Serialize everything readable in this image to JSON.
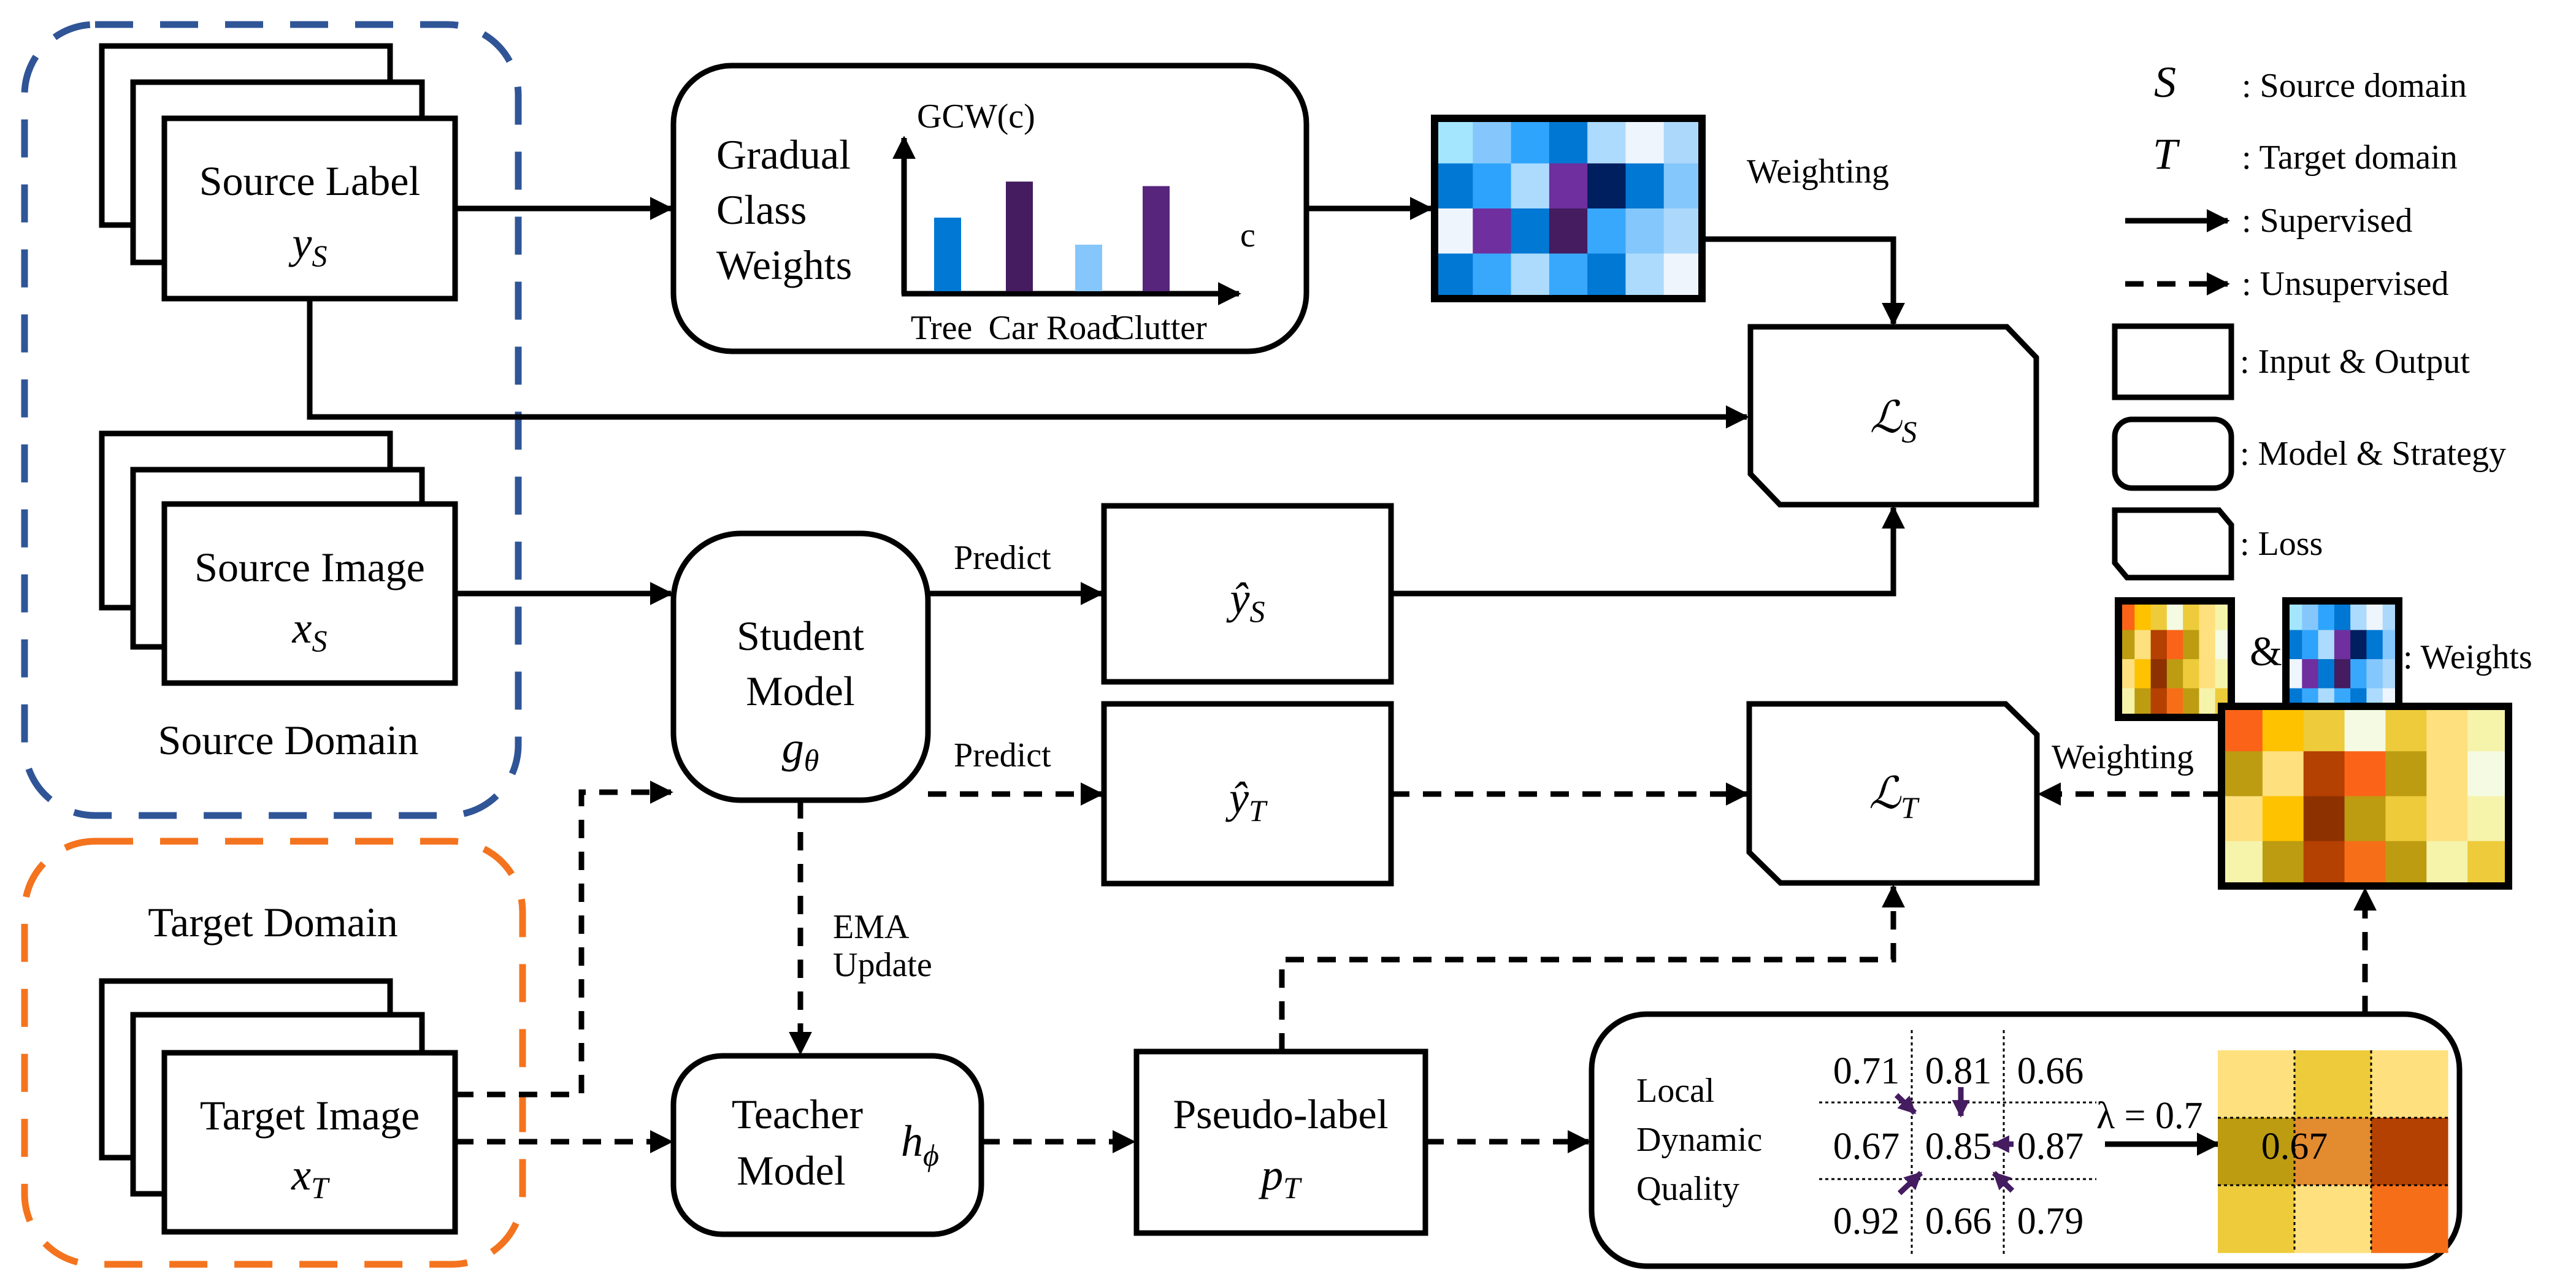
{
  "colors": {
    "source_domain_border": "#2f5597",
    "target_domain_border": "#f4731e",
    "quality_arrow": "#441c5f",
    "line": "#000000"
  },
  "source_domain": {
    "title": "Source Domain",
    "source_label": {
      "label": "Source Label",
      "symbol": "y",
      "subscript": "S"
    },
    "source_image": {
      "label": "Source Image",
      "symbol": "x",
      "subscript": "S"
    }
  },
  "target_domain": {
    "title": "Target Domain",
    "target_image": {
      "label": "Target Image",
      "symbol": "x",
      "subscript": "T"
    }
  },
  "gcw": {
    "lines": [
      "Gradual",
      "Class",
      "Weights"
    ],
    "chart_data": {
      "type": "bar",
      "title": "",
      "ylabel": "GCW(c)",
      "xlabel": "c",
      "categories": [
        "Tree",
        "Car",
        "Road",
        "Clutter"
      ],
      "values": [
        0.49,
        0.73,
        0.31,
        0.7
      ],
      "value_note": "relative bar heights (fraction of y-axis length); no numeric axis ticks shown",
      "colors": [
        "#0078d4",
        "#441c5f",
        "#85c7fc",
        "#57267c"
      ],
      "ylim": [
        0,
        1
      ],
      "grid": false,
      "legend": "none"
    }
  },
  "blue_weights": {
    "rows": [
      [
        "#a3e6fd",
        "#85c7fc",
        "#2ea4fd",
        "#0077d3",
        "#acdbfd",
        "#eef5fd",
        "#acd8fc"
      ],
      [
        "#0078d4",
        "#2ea3fd",
        "#acdbfd",
        "#6f2f9e",
        "#001f5f",
        "#0078d4",
        "#84c7fc"
      ],
      [
        "#eef5fd",
        "#6f2f9e",
        "#0078d4",
        "#441c5f",
        "#38a8fd",
        "#84c7fc",
        "#acd8fc"
      ],
      [
        "#0078d4",
        "#38a8fd",
        "#acdbfd",
        "#38a8fd",
        "#0078d4",
        "#acdbfd",
        "#eef5fd"
      ]
    ]
  },
  "orange_weights": {
    "rows": [
      [
        "#fb6418",
        "#fec200",
        "#edcb3a",
        "#f4fbe2",
        "#edcb3a",
        "#fee07e",
        "#f6f3ab"
      ],
      [
        "#bd9c11",
        "#fee07e",
        "#b44002",
        "#fb6418",
        "#bd9c11",
        "#fee07e",
        "#f4fbe2"
      ],
      [
        "#fee07e",
        "#fec200",
        "#8e3100",
        "#bd9c11",
        "#edcb3a",
        "#fee07e",
        "#f6f3ab"
      ],
      [
        "#f6f3ab",
        "#bd9c11",
        "#b44002",
        "#f66f18",
        "#bd9c11",
        "#f6f3ab",
        "#edcb3a"
      ]
    ]
  },
  "edges": {
    "weighting_top": "Weighting",
    "weighting_bottom": "Weighting",
    "predict_source": "Predict",
    "predict_target": "Predict",
    "ema": [
      "EMA",
      "Update"
    ]
  },
  "student": {
    "lines": [
      "Student",
      "Model"
    ],
    "symbol": "g",
    "subscript": "θ"
  },
  "teacher": {
    "lines": [
      "Teacher",
      "Model"
    ],
    "symbol": "h",
    "subscript": "ϕ"
  },
  "pred_source": {
    "symbol": "ŷ",
    "subscript": "S"
  },
  "pred_target": {
    "symbol": "ŷ",
    "subscript": "T"
  },
  "loss_source": {
    "symbol": "ℒ",
    "subscript": "S"
  },
  "loss_target": {
    "symbol": "ℒ",
    "subscript": "T"
  },
  "pseudo_label": {
    "label": "Pseudo-label",
    "symbol": "p",
    "subscript": "T"
  },
  "quality": {
    "lines": [
      "Local",
      "Dynamic",
      "Quality"
    ],
    "grid": [
      [
        "0.71",
        "0.81",
        "0.66"
      ],
      [
        "0.67",
        "0.85",
        "0.87"
      ],
      [
        "0.92",
        "0.66",
        "0.79"
      ]
    ],
    "lambda_label": "λ = 0.7",
    "result_value": "0.67",
    "result_rows": [
      [
        "#fee07e",
        "#edcb3a",
        "#fee07e"
      ],
      [
        "#bd9c11",
        "#e38b2f",
        "#b44002"
      ],
      [
        "#edcb3a",
        "#fee07e",
        "#f66f18"
      ]
    ]
  },
  "legend": {
    "items": [
      {
        "key": "S",
        "text": ": Source domain"
      },
      {
        "key": "T",
        "text": ": Target domain"
      },
      {
        "key": "solid-arrow",
        "text": ": Supervised"
      },
      {
        "key": "dashed-arrow",
        "text": ": Unsupervised"
      },
      {
        "key": "rect",
        "text": ": Input & Output"
      },
      {
        "key": "rounded-rect",
        "text": ": Model & Strategy"
      },
      {
        "key": "cut-rect",
        "text": ": Loss"
      }
    ],
    "weights_amp": "&",
    "weights_text": ": Weights"
  }
}
